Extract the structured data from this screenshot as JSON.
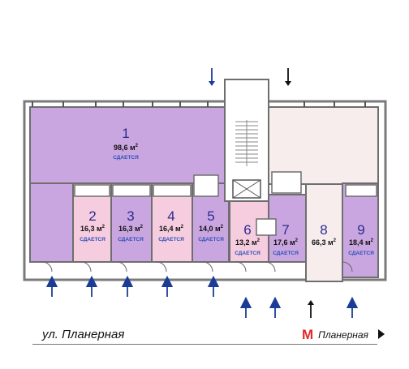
{
  "rooms": [
    {
      "number": "1",
      "area": "98,6 м",
      "sup": "2",
      "status": "СДАЕТСЯ"
    },
    {
      "number": "2",
      "area": "16,3 м",
      "sup": "2",
      "status": "СДАЕТСЯ"
    },
    {
      "number": "3",
      "area": "16,3 м",
      "sup": "2",
      "status": "СДАЕТСЯ"
    },
    {
      "number": "4",
      "area": "16,4 м",
      "sup": "2",
      "status": "СДАЕТСЯ"
    },
    {
      "number": "5",
      "area": "14,0 м",
      "sup": "2",
      "status": "СДАЕТСЯ"
    },
    {
      "number": "6",
      "area": "13,2 м",
      "sup": "2",
      "status": "СДАЕТСЯ"
    },
    {
      "number": "7",
      "area": "17,6 м",
      "sup": "2",
      "status": "СДАЕТСЯ"
    },
    {
      "number": "8",
      "area": "66,3 м",
      "sup": "2",
      "status": ""
    },
    {
      "number": "9",
      "area": "18,4 м",
      "sup": "2",
      "status": "СДАЕТСЯ"
    }
  ],
  "street": "ул. Планерная",
  "metro": {
    "icon": "metro-m-icon",
    "glyph": "M",
    "label": "Планерная",
    "color": "#e3262b"
  },
  "colors": {
    "available": "#c9a6e0",
    "available_room2": "#f6ccdf",
    "occupied": "#f7eded",
    "common": "#ffffff",
    "wall": "#555555",
    "label": "#2b2b8f",
    "status": "#2b50b8",
    "arrow": "#1b3c96"
  }
}
